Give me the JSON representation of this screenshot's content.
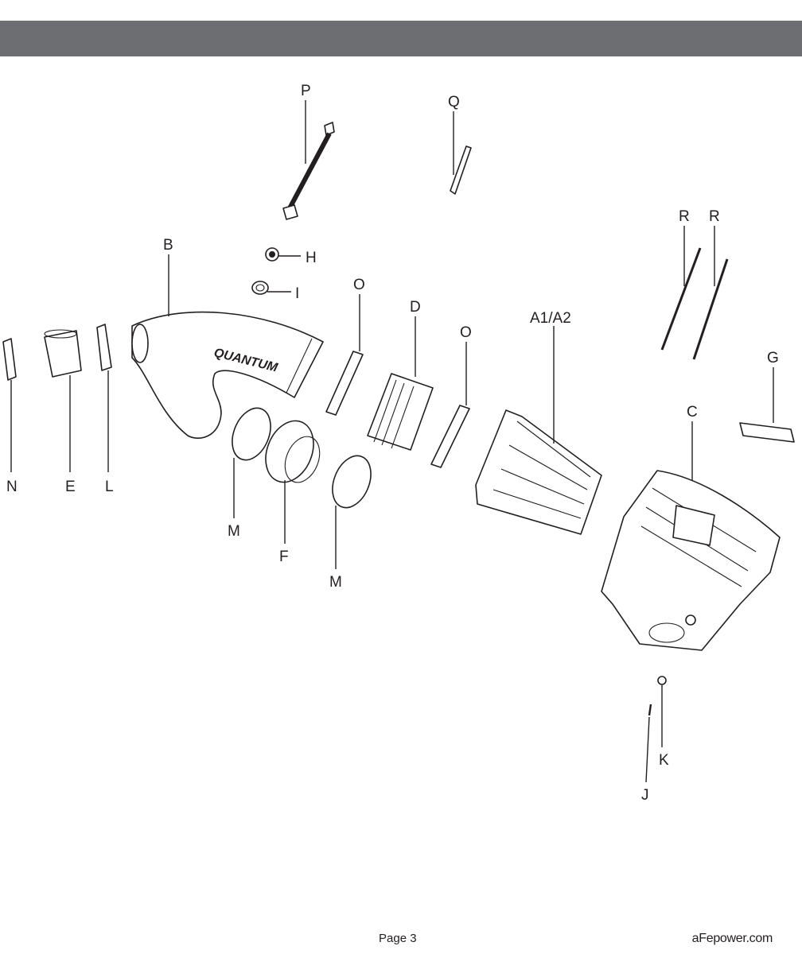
{
  "callouts": {
    "a1a2": "A1/A2",
    "b": "B",
    "c": "C",
    "d": "D",
    "e": "E",
    "f": "F",
    "g": "G",
    "h": "H",
    "i": "I",
    "j": "J",
    "k": "K",
    "l": "L",
    "m": "M",
    "n": "N",
    "o": "O",
    "p": "P",
    "q": "Q",
    "r": "R"
  },
  "logo_text": "QUANTUM",
  "footer": {
    "page": "Page 3",
    "website": "aFepower.com"
  }
}
